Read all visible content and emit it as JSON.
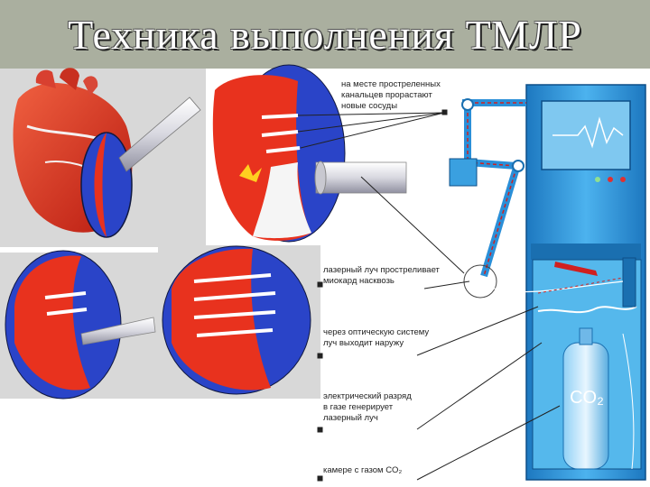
{
  "title": "Техника выполнения ТМЛР",
  "labels": {
    "new_vessels": [
      "на месте простреленных",
      "канальцев прорастают",
      "новые сосуды"
    ],
    "laser_pierces": [
      "лазерный луч простреливает",
      "миокард насквозь"
    ],
    "optical_system": [
      "через оптическую систему",
      "луч выходит наружу"
    ],
    "discharge": [
      "электрический разряд",
      "в газе генерирует",
      "лазерный луч"
    ],
    "chamber": "камере с газом CO₂"
  },
  "co2_label": "CO₂",
  "colors": {
    "title_bg": "#aaaf9f",
    "myocardium": "#e8321e",
    "blood": "#2a44c8",
    "machine": "#3aa0e0",
    "machine_dark": "#1a6fb0"
  }
}
